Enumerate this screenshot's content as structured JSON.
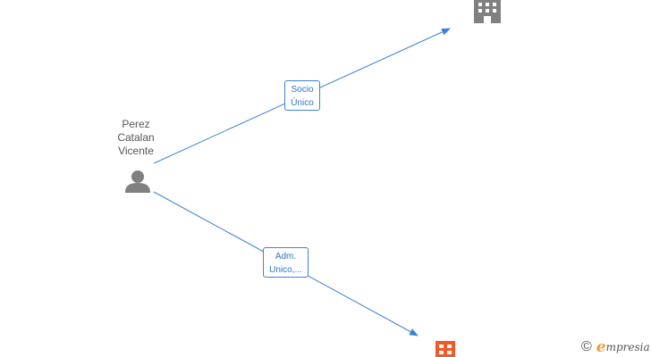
{
  "colors": {
    "edge": "#3b82d6",
    "person_icon": "#808080",
    "company_active": "#808080",
    "company_highlight": "#f05a28",
    "brand_accent": "#e8a13a"
  },
  "person": {
    "name_line1": "Perez",
    "name_line2": "Catalan",
    "name_line3": "Vicente",
    "icon": "person-icon"
  },
  "relations": [
    {
      "label_line1": "Socio",
      "label_line2": "Único",
      "target_icon": "building-icon"
    },
    {
      "label_line1": "Adm.",
      "label_line2": "Unico,...",
      "target_icon": "company-grid-icon"
    }
  ],
  "brand": {
    "copyright_symbol": "©",
    "logo_initial": "e",
    "logo_rest": "mpresia"
  }
}
